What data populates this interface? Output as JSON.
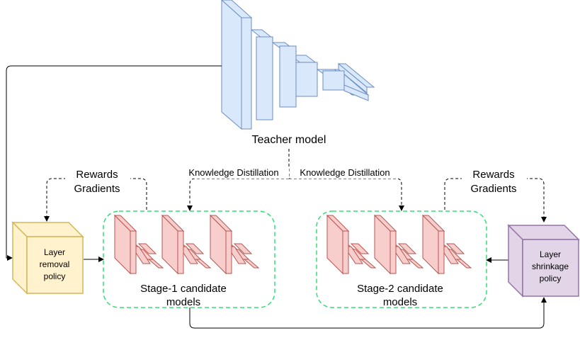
{
  "teacher": {
    "label": "Teacher model"
  },
  "distillation": {
    "left_label": "Knowledge Distillation",
    "right_label": "Knowledge Distillation"
  },
  "left_feedback": {
    "rewards": "Rewards",
    "gradients": "Gradients"
  },
  "right_feedback": {
    "rewards": "Rewards",
    "gradients": "Gradients"
  },
  "removal_policy": {
    "line1": "Layer",
    "line2": "removal",
    "line3": "policy",
    "color": "#fff2cc",
    "border": "#d6b656"
  },
  "shrinkage_policy": {
    "line1": "Layer",
    "line2": "shrinkage",
    "line3": "policy",
    "color": "#e1d5e7",
    "border": "#9673a6"
  },
  "stage1": {
    "line1": "Stage-1 candidate",
    "line2": "models"
  },
  "stage2": {
    "line1": "Stage-2 candidate",
    "line2": "models"
  },
  "colors": {
    "teacher_fill": "#dae8fc",
    "teacher_stroke": "#6c8ebf",
    "candidate_fill": "#f8cecc",
    "candidate_stroke": "#b85450",
    "group_border": "#33dd77"
  }
}
